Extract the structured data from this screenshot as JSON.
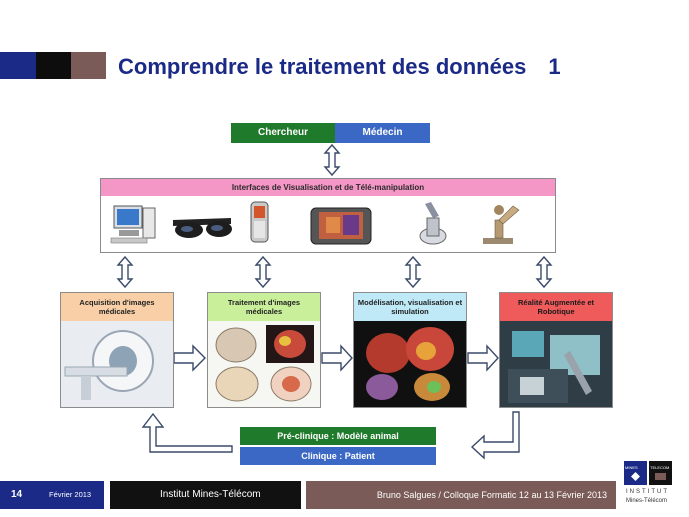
{
  "slide": {
    "title": "Comprendre le traitement des données",
    "number": "1"
  },
  "colors": {
    "title": "#1b2a86",
    "chercheur": "#1f7a2b",
    "medecin": "#3b68c4",
    "interface_header": "#f497c6",
    "acquisition": "#f8cfa6",
    "traitement": "#c9ef9a",
    "modelisation": "#bfe9f7",
    "realite": "#ef5a5a",
    "preclinique": "#1f7a2b",
    "clinique": "#3b68c4",
    "footer_dark": "#111111",
    "footer_brown": "#7a5b57"
  },
  "diagram": {
    "roles": {
      "chercheur": "Chercheur",
      "medecin": "Médecin"
    },
    "interface": {
      "title": "Interfaces de Visualisation et de Télé-manipulation",
      "devices": [
        "computer-monitor",
        "3d-glasses",
        "mobile-phone",
        "tablet-pc",
        "haptic-device",
        "robot-arm"
      ]
    },
    "stages": [
      {
        "id": "acquisition",
        "title": "Acquisition d'images médicales",
        "image": "ct-scanner"
      },
      {
        "id": "traitement",
        "title": "Traitement d'images médicales",
        "image": "brain-segmentation"
      },
      {
        "id": "modelisation",
        "title": "Modélisation, visualisation et simulation",
        "image": "3d-organ-model"
      },
      {
        "id": "realite",
        "title": "Réalité Augmentée et Robotique",
        "image": "surgical-robot"
      }
    ],
    "bottom": {
      "preclinique": "Pré-clinique : Modèle animal",
      "clinique": "Clinique : Patient"
    }
  },
  "footer": {
    "page": "14",
    "date": "Février 2013",
    "institute": "Institut Mines-Télécom",
    "event": "Bruno Salgues / Colloque Formatic 12 au 13 Février 2013",
    "logo": {
      "left": "MINES",
      "right": "TELECOM",
      "line1": "INSTITUT",
      "line2": "Mines-Télécom"
    }
  }
}
